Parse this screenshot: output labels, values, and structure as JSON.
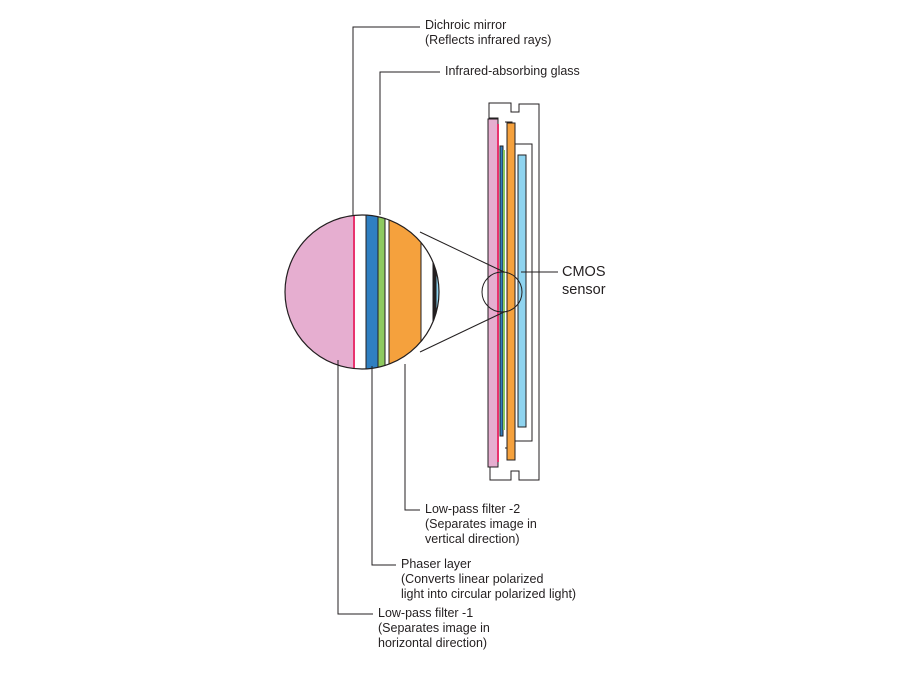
{
  "labels": {
    "dichroic_mirror": {
      "title": "Dichroic mirror",
      "note": "(Reflects infrared rays)"
    },
    "ir_glass": {
      "title": "Infrared-absorbing glass"
    },
    "cmos": {
      "line1": "CMOS",
      "line2": "sensor"
    },
    "lpf2": {
      "title": "Low-pass filter -2",
      "note1": "(Separates image in",
      "note2": "vertical direction)"
    },
    "phaser": {
      "title": "Phaser layer",
      "note1": "(Converts linear polarized",
      "note2": "light into circular polarized light)"
    },
    "lpf1": {
      "title": "Low-pass filter -1",
      "note1": "(Separates image in",
      "note2": "horizontal direction)"
    }
  },
  "colors": {
    "low_pass_filter_1": "#e6aed0",
    "dichroic_mirror": "#e8336e",
    "phaser_layer": "#2f7fc1",
    "infrared_absorbing_glass": "#8ec95f",
    "low_pass_filter_2": "#f5a13d",
    "cmos_sensor": "#8fd4f0",
    "line": "#231f20"
  }
}
